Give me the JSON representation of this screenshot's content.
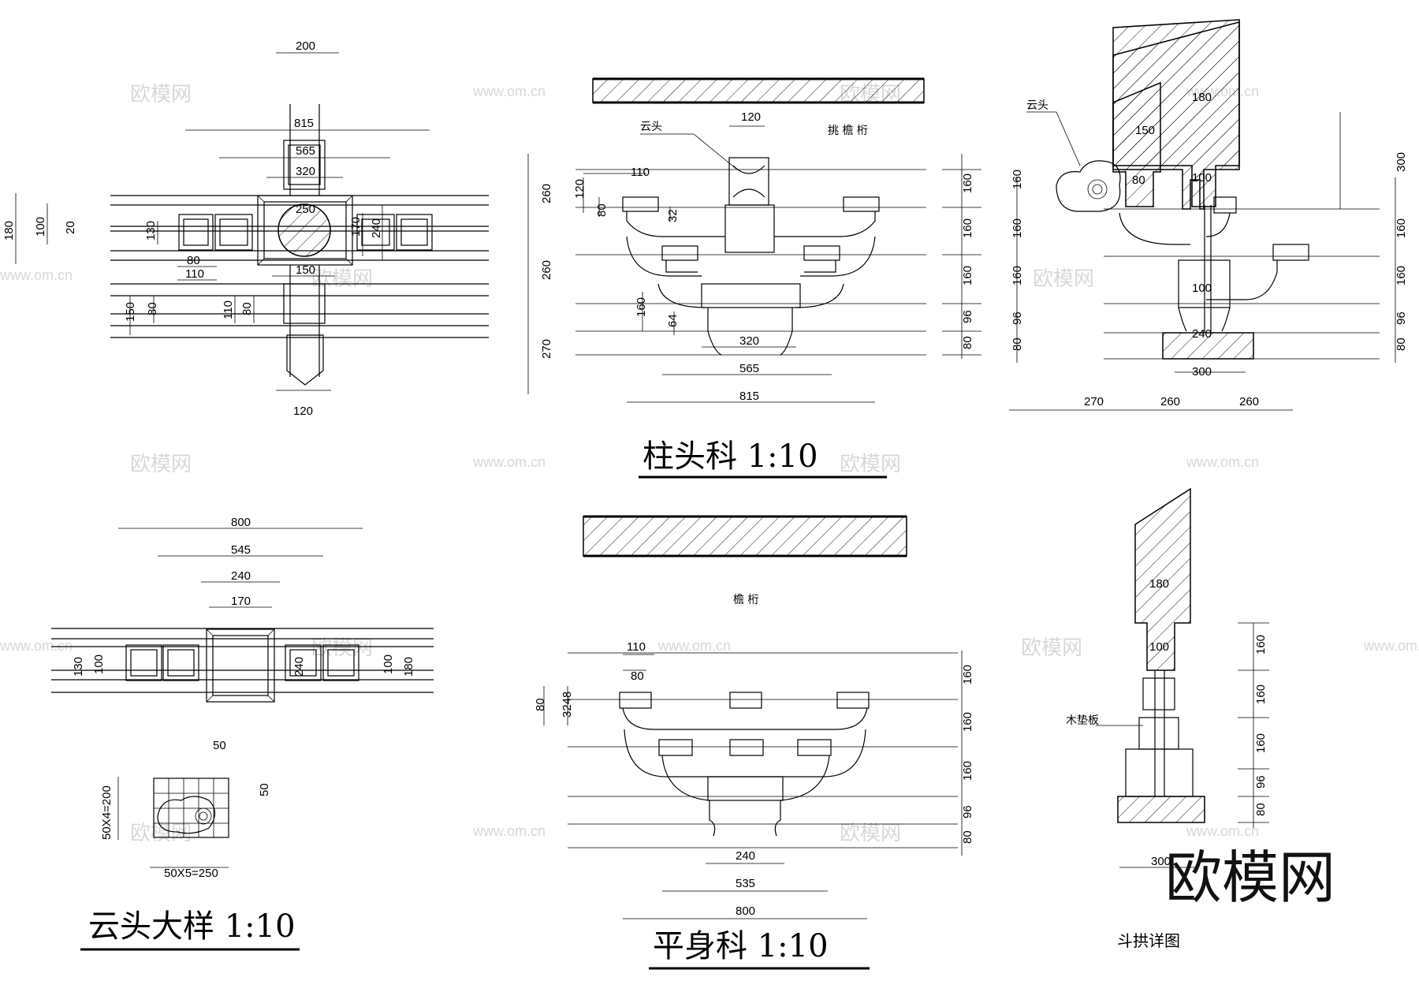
{
  "watermark": {
    "cn": "欧模网",
    "url": "www.om.cn"
  },
  "brand_logo": "欧模网",
  "titles": {
    "zhutouke": "柱头科   1:10",
    "pingshenke": "平身科   1:10",
    "yuntou_detail": "云头大样   1:10",
    "dougong_detail": "斗拱详图"
  },
  "labels": {
    "yuntou_a": "云头",
    "yuntou_b": "云头",
    "tiaoyanheng": "挑 檐 桁",
    "yanheng": "檐 桁",
    "mudianban": "木垫板"
  },
  "dims": {
    "p1": [
      "200",
      "815",
      "565",
      "320",
      "250",
      "170",
      "240",
      "180",
      "100",
      "20",
      "130",
      "80",
      "110",
      "150",
      "150",
      "80",
      "110",
      "80",
      "120"
    ],
    "z1": [
      "120",
      "110",
      "120",
      "80",
      "32",
      "260",
      "260",
      "270",
      "160",
      "64",
      "320",
      "565",
      "815",
      "160",
      "160",
      "160",
      "96",
      "80"
    ],
    "s1": [
      "150",
      "180",
      "80",
      "100",
      "100",
      "240",
      "300",
      "160",
      "160",
      "160",
      "96",
      "80",
      "300",
      "160",
      "160",
      "96",
      "80",
      "270",
      "260",
      "260"
    ],
    "p2": [
      "800",
      "545",
      "240",
      "170",
      "130",
      "100",
      "240",
      "100",
      "180"
    ],
    "y2": [
      "50",
      "50",
      "50X4=200",
      "50X5=250"
    ],
    "z2": [
      "110",
      "80",
      "80",
      "3248",
      "160",
      "160",
      "160",
      "96",
      "80",
      "240",
      "535",
      "800"
    ],
    "s2": [
      "180",
      "100",
      "160",
      "160",
      "160",
      "96",
      "80",
      "300"
    ]
  },
  "colors": {
    "line": "#000000",
    "watermark": "#d8d8d8"
  }
}
